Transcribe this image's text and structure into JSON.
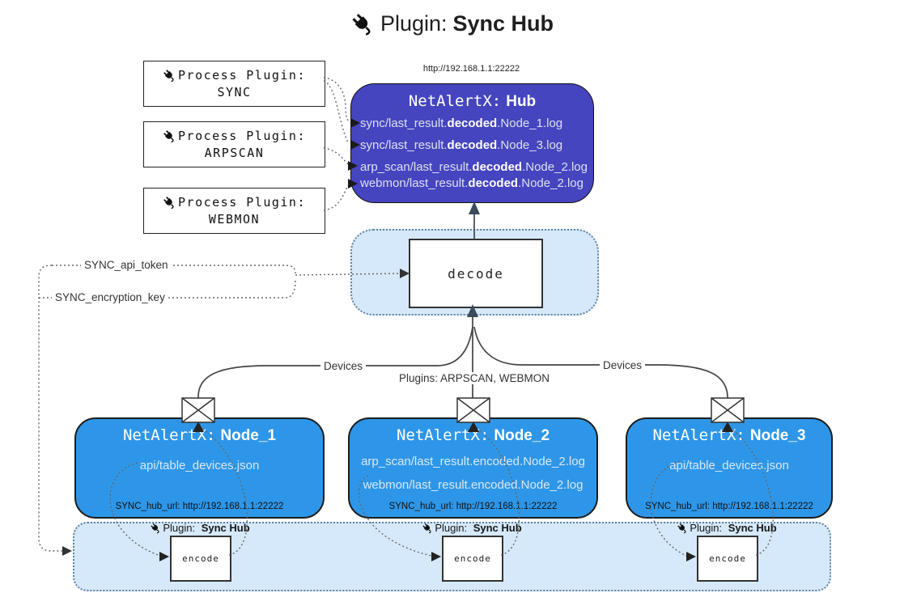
{
  "title": {
    "prefix": "Plugin:",
    "name": "Sync Hub"
  },
  "process_plugins": [
    {
      "label": "Process Plugin:",
      "name": "SYNC"
    },
    {
      "label": "Process Plugin:",
      "name": "ARPSCAN"
    },
    {
      "label": "Process Plugin:",
      "name": "WEBMON"
    }
  ],
  "hub": {
    "url": "http://192.168.1.1:22222",
    "title_prefix": "NetAlertX:",
    "title_name": "Hub",
    "files": [
      {
        "pre": "sync/last_result.",
        "bold": "decoded",
        "post": ".Node_1.log"
      },
      {
        "pre": "sync/last_result.",
        "bold": "decoded",
        "post": ".Node_3.log"
      },
      {
        "pre": "arp_scan/last_result.",
        "bold": "decoded",
        "post": ".Node_2.log"
      },
      {
        "pre": "webmon/last_result.",
        "bold": "decoded",
        "post": ".Node_2.log"
      }
    ]
  },
  "decode_label": "decode",
  "config": {
    "api_token": "SYNC_api_token",
    "encryption_key": "SYNC_encryption_key"
  },
  "edges": {
    "devices_left": "Devices",
    "devices_right": "Devices",
    "plugins_center": "Plugins: ARPSCAN, WEBMON"
  },
  "nodes": [
    {
      "title_prefix": "NetAlertX:",
      "title_name": "Node_1",
      "files": [
        "api/table_devices.json"
      ],
      "hub_url": "SYNC_hub_url: http://192.168.1.1:22222"
    },
    {
      "title_prefix": "NetAlertX:",
      "title_name": "Node_2",
      "files": [
        "arp_scan/last_result.encoded.Node_2.log",
        "webmon/last_result.encoded.Node_2.log"
      ],
      "hub_url": "SYNC_hub_url: http://192.168.1.1:22222"
    },
    {
      "title_prefix": "NetAlertX:",
      "title_name": "Node_3",
      "files": [
        "api/table_devices.json"
      ],
      "hub_url": "SYNC_hub_url: http://192.168.1.1:22222"
    }
  ],
  "encoders": [
    {
      "plugin_label": "Plugin:",
      "plugin_name": "Sync Hub",
      "box_label": "encode"
    },
    {
      "plugin_label": "Plugin:",
      "plugin_name": "Sync Hub",
      "box_label": "encode"
    },
    {
      "plugin_label": "Plugin:",
      "plugin_name": "Sync Hub",
      "box_label": "encode"
    }
  ],
  "colors": {
    "hub-bg": "#4545BF",
    "hub-text": "#DEE0F0",
    "node-bg": "#2E96E8",
    "node-text": "#D8E9F7",
    "panel-bg": "#D6E9FA",
    "panel-border": "#5E82A0"
  }
}
